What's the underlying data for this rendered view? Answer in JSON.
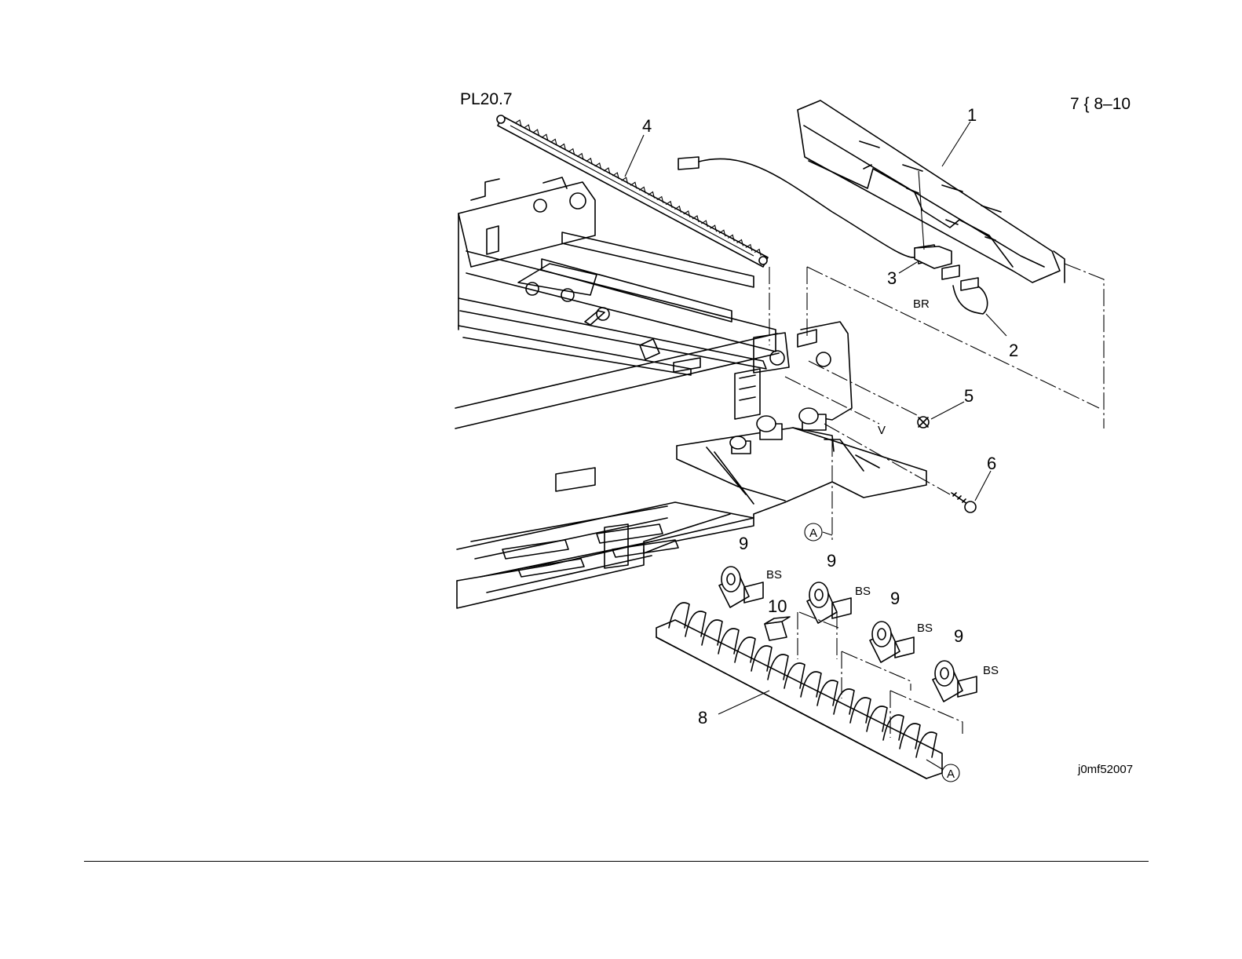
{
  "plate_id": "PL20.7",
  "reference": "7 { 8–10",
  "drawing_id": "j0mf52007",
  "callouts": {
    "c1": "1",
    "c2": "2",
    "c3": "3",
    "c4": "4",
    "c5": "5",
    "c6": "6",
    "c8": "8",
    "c9": "9",
    "c10": "10",
    "A": "A",
    "V": "V"
  },
  "tags": {
    "BR": "BR",
    "BS": "BS"
  }
}
